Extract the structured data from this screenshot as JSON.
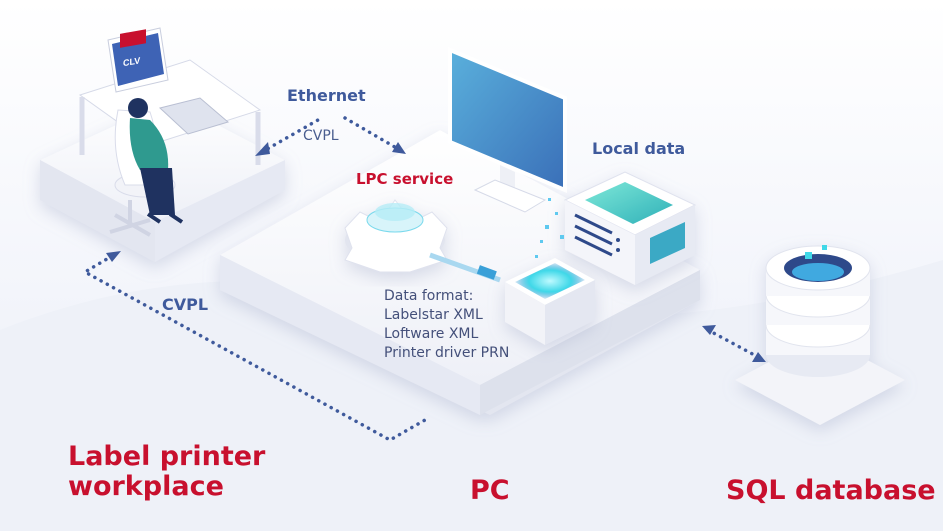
{
  "nodes": {
    "workplace": "Label printer\nworkplace",
    "pc": "PC",
    "sql": "SQL database",
    "lpc_service": "LPC service",
    "local_data": "Local data"
  },
  "links": {
    "ethernet": "Ethernet",
    "cvpl_top": "CVPL",
    "cvpl_left": "CVPL"
  },
  "data_format": {
    "title": "Data format:",
    "items": [
      "Labelstar XML",
      "Loftware XML",
      "Printer driver PRN"
    ]
  },
  "logo_text": "CLV",
  "colors": {
    "accent": "#c8102e",
    "link": "#3f5a9c",
    "glow": "#3fd8e8"
  }
}
